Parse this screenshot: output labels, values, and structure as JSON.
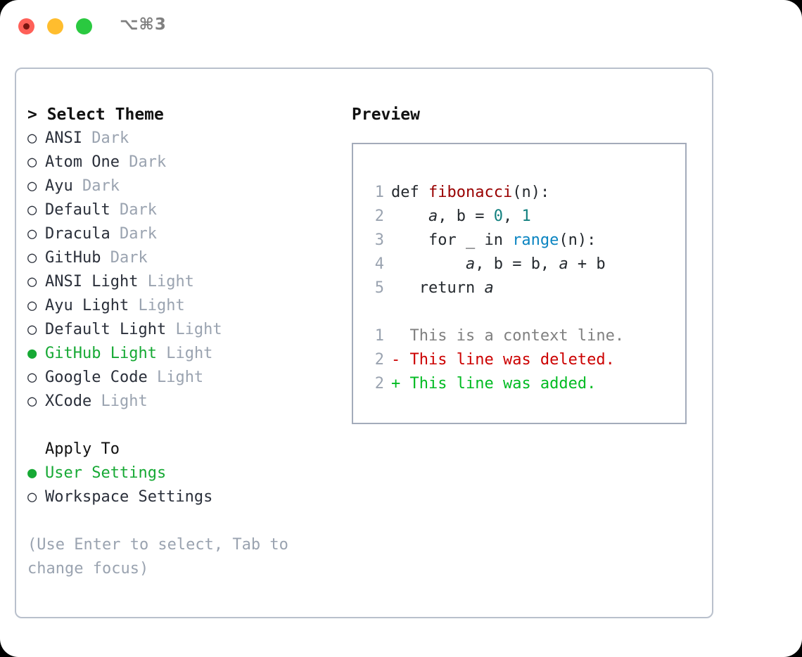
{
  "window": {
    "title": "⌥⌘3",
    "traffic_lights": [
      "close-red",
      "minimize-yellow",
      "zoom-green"
    ]
  },
  "theme_picker": {
    "heading": "> Select Theme",
    "marker_selected": "●",
    "marker_unselected": "○",
    "items": [
      {
        "name": "ANSI",
        "category": "Dark",
        "selected": false
      },
      {
        "name": "Atom One",
        "category": "Dark",
        "selected": false
      },
      {
        "name": "Ayu",
        "category": "Dark",
        "selected": false
      },
      {
        "name": "Default",
        "category": "Dark",
        "selected": false
      },
      {
        "name": "Dracula",
        "category": "Dark",
        "selected": false
      },
      {
        "name": "GitHub",
        "category": "Dark",
        "selected": false
      },
      {
        "name": "ANSI Light",
        "category": "Light",
        "selected": false
      },
      {
        "name": "Ayu Light",
        "category": "Light",
        "selected": false
      },
      {
        "name": "Default Light",
        "category": "Light",
        "selected": false
      },
      {
        "name": "GitHub Light",
        "category": "Light",
        "selected": true
      },
      {
        "name": "Google Code",
        "category": "Light",
        "selected": false
      },
      {
        "name": "XCode",
        "category": "Light",
        "selected": false
      }
    ]
  },
  "apply_to": {
    "heading": "Apply To",
    "options": [
      {
        "label": "User Settings",
        "selected": true
      },
      {
        "label": "Workspace Settings",
        "selected": false
      }
    ]
  },
  "hint": "(Use Enter to select, Tab to change focus)",
  "preview": {
    "heading": "Preview",
    "code_lines": [
      {
        "number": "1",
        "tokens": [
          {
            "text": "def ",
            "type": "plain"
          },
          {
            "text": "fibonacci",
            "type": "fn"
          },
          {
            "text": "(n):",
            "type": "plain"
          }
        ]
      },
      {
        "number": "2",
        "tokens": [
          {
            "text": "    ",
            "type": "plain"
          },
          {
            "text": "a",
            "type": "var"
          },
          {
            "text": ", b = ",
            "type": "plain"
          },
          {
            "text": "0",
            "type": "num"
          },
          {
            "text": ", ",
            "type": "plain"
          },
          {
            "text": "1",
            "type": "num"
          }
        ]
      },
      {
        "number": "3",
        "tokens": [
          {
            "text": "    for _ in ",
            "type": "plain"
          },
          {
            "text": "range",
            "type": "call"
          },
          {
            "text": "(n):",
            "type": "plain"
          }
        ]
      },
      {
        "number": "4",
        "tokens": [
          {
            "text": "        ",
            "type": "plain"
          },
          {
            "text": "a",
            "type": "var"
          },
          {
            "text": ", b = b, ",
            "type": "plain"
          },
          {
            "text": "a",
            "type": "var"
          },
          {
            "text": " + b",
            "type": "plain"
          }
        ]
      },
      {
        "number": "5",
        "tokens": [
          {
            "text": "   return ",
            "type": "plain"
          },
          {
            "text": "a",
            "type": "var"
          }
        ]
      }
    ],
    "diff_lines": [
      {
        "number": "1",
        "marker": "  ",
        "text": "This is a context line.",
        "type": "context"
      },
      {
        "number": "2",
        "marker": "- ",
        "text": "This line was deleted.",
        "type": "deleted"
      },
      {
        "number": "2",
        "marker": "+ ",
        "text": "This line was added.",
        "type": "added"
      }
    ]
  },
  "colors": {
    "accent_green": "#16a934",
    "muted_gray": "#9aa3b0",
    "diff_deleted": "#cc0000",
    "diff_added": "#00bb22",
    "token_function": "#990000",
    "token_number": "#12807f",
    "token_call": "#0a84c1",
    "panel_border": "#b9c0cc",
    "preview_border": "#a3abba"
  }
}
